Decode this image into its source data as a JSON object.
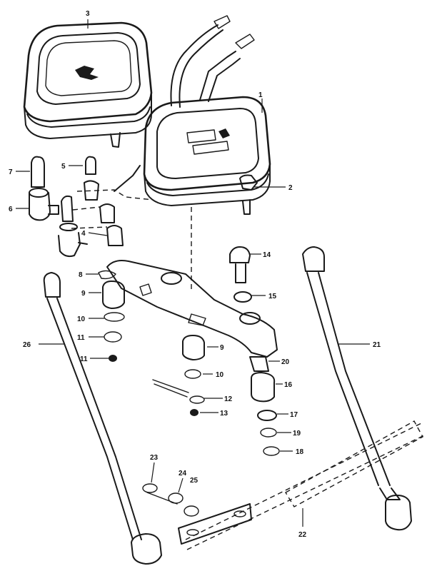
{
  "callouts": [
    {
      "id": "c1",
      "text": "1"
    },
    {
      "id": "c2",
      "text": "2"
    },
    {
      "id": "c3",
      "text": "3"
    },
    {
      "id": "c4",
      "text": "4"
    },
    {
      "id": "c5",
      "text": "5"
    },
    {
      "id": "c6",
      "text": "6"
    },
    {
      "id": "c7",
      "text": "7"
    },
    {
      "id": "c8",
      "text": "8"
    },
    {
      "id": "c9a",
      "text": "9"
    },
    {
      "id": "c9b",
      "text": "9"
    },
    {
      "id": "c10a",
      "text": "10"
    },
    {
      "id": "c10b",
      "text": "10"
    },
    {
      "id": "c11a",
      "text": "11"
    },
    {
      "id": "c11b",
      "text": "11"
    },
    {
      "id": "c12",
      "text": "12"
    },
    {
      "id": "c13",
      "text": "13"
    },
    {
      "id": "c14",
      "text": "14"
    },
    {
      "id": "c15",
      "text": "15"
    },
    {
      "id": "c16",
      "text": "16"
    },
    {
      "id": "c17",
      "text": "17"
    },
    {
      "id": "c18",
      "text": "18"
    },
    {
      "id": "c19",
      "text": "19"
    },
    {
      "id": "c20",
      "text": "20"
    },
    {
      "id": "c21",
      "text": "21"
    },
    {
      "id": "c22",
      "text": "22"
    },
    {
      "id": "c23",
      "text": "23"
    },
    {
      "id": "c24",
      "text": "24"
    },
    {
      "id": "c25",
      "text": "25"
    },
    {
      "id": "c26",
      "text": "26"
    }
  ]
}
